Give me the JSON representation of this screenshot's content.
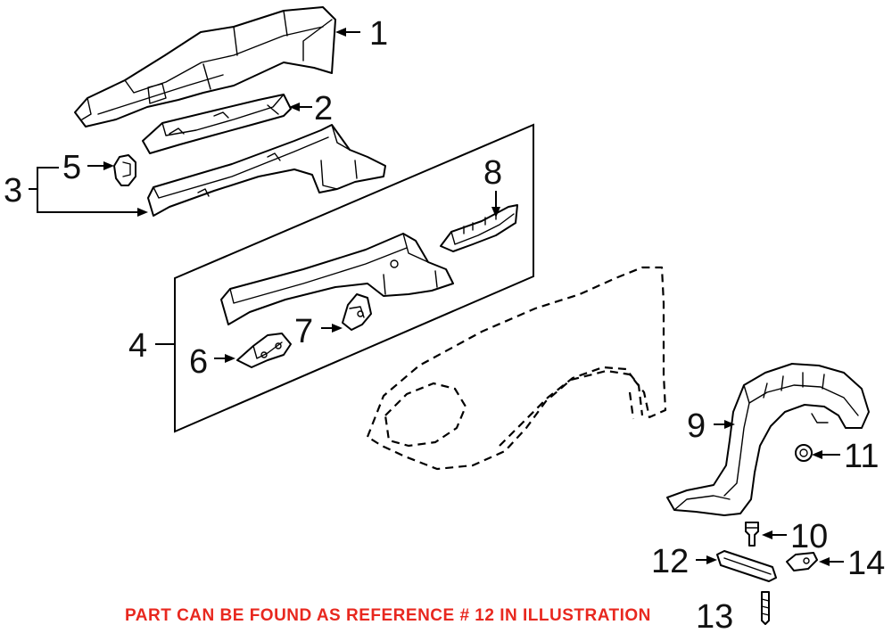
{
  "colors": {
    "line": "#000000",
    "background": "#ffffff",
    "footnote": "#e8281f",
    "callout_text": "#111111"
  },
  "callouts": {
    "c1": "1",
    "c2": "2",
    "c3": "3",
    "c4": "4",
    "c5": "5",
    "c6": "6",
    "c7": "7",
    "c8": "8",
    "c9": "9",
    "c10": "10",
    "c11": "11",
    "c12": "12",
    "c13": "13",
    "c14": "14"
  },
  "footnote": "PART CAN BE FOUND AS REFERENCE # 12 IN ILLUSTRATION"
}
